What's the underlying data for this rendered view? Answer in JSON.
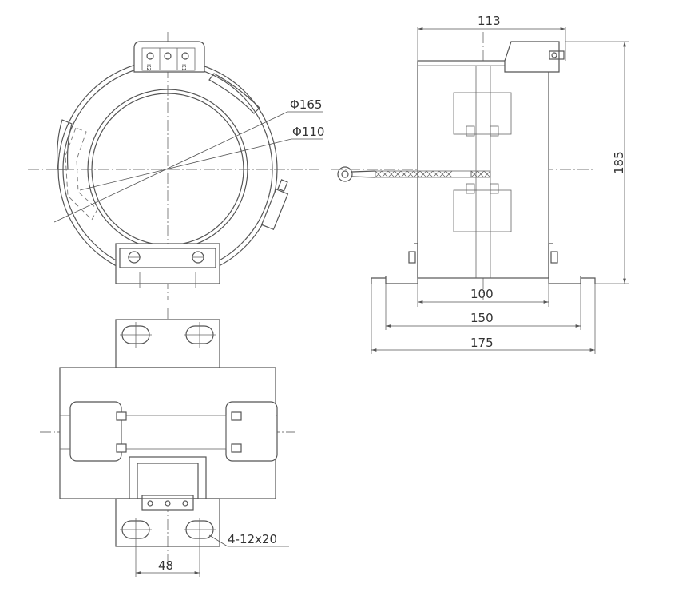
{
  "dimensions": {
    "dia_outer": "Φ165",
    "dia_inner": "Φ110",
    "depth_top": "113",
    "height": "185",
    "base_inner": "100",
    "base_mid": "150",
    "base_outer": "175",
    "slot_pitch": "48",
    "slot_note": "4-12x20"
  },
  "terminal_labels": {
    "left": "K2",
    "right": "K1"
  }
}
